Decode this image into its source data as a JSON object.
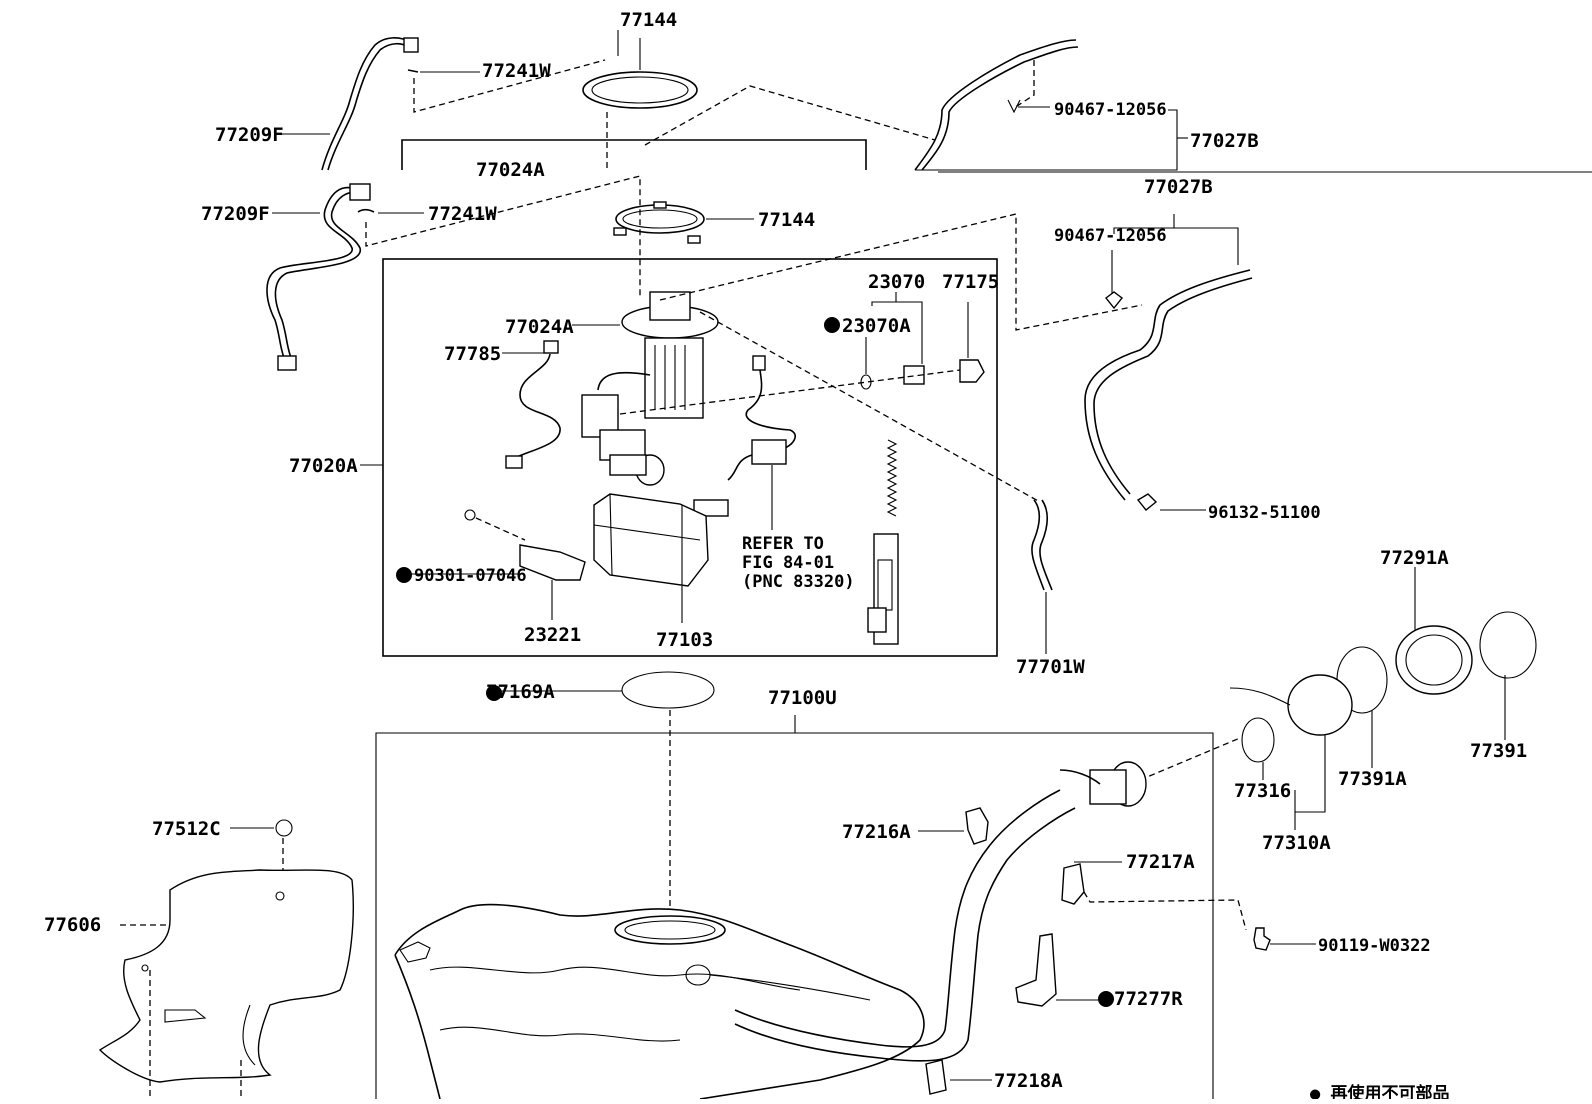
{
  "labels": {
    "p77144_top": "77144",
    "p77241W_top": "77241W",
    "p77209F_top": "77209F",
    "p90467_top": "90467-12056",
    "p77027B_top": "77027B",
    "p77024A_cut": "77024A",
    "p77209F": "77209F",
    "p77241W": "77241W",
    "p77144": "77144",
    "p77027B": "77027B",
    "p90467": "90467-12056",
    "p23070": "23070",
    "p77175": "77175",
    "p23070A": "23070A",
    "p77024A": "77024A",
    "p77785": "77785",
    "p77020A": "77020A",
    "p96132": "96132-51100",
    "p90301": "90301-07046",
    "p23221": "23221",
    "p77103": "77103",
    "refer1": "REFER TO",
    "refer2": "FIG 84-01",
    "refer3": "(PNC 83320)",
    "p77701W": "77701W",
    "p77291A": "77291A",
    "p77169A": "77169A",
    "p77100U": "77100U",
    "p77391": "77391",
    "p77391A": "77391A",
    "p77316": "77316",
    "p77310A": "77310A",
    "p77512C": "77512C",
    "p77216A": "77216A",
    "p77217A": "77217A",
    "p77606": "77606",
    "p90119": "90119-W0322",
    "p77277R": "77277R",
    "p77218A": "77218A",
    "legend": "● 再使用不可部品"
  }
}
